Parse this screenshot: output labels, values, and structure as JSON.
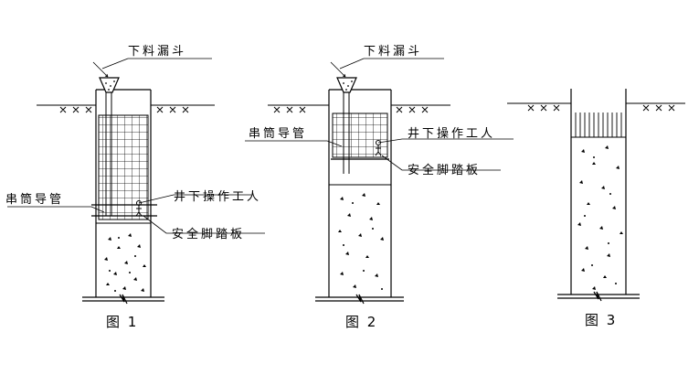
{
  "figures": [
    {
      "caption": "图 1",
      "labels": {
        "funnel": "下料漏斗",
        "chute": "串筒导管",
        "worker": "井下操作工人",
        "platform": "安全脚踏板"
      }
    },
    {
      "caption": "图 2",
      "labels": {
        "funnel": "下料漏斗",
        "chute": "串筒导管",
        "worker": "井下操作工人",
        "platform": "安全脚踏板"
      }
    },
    {
      "caption": "图 3"
    }
  ]
}
